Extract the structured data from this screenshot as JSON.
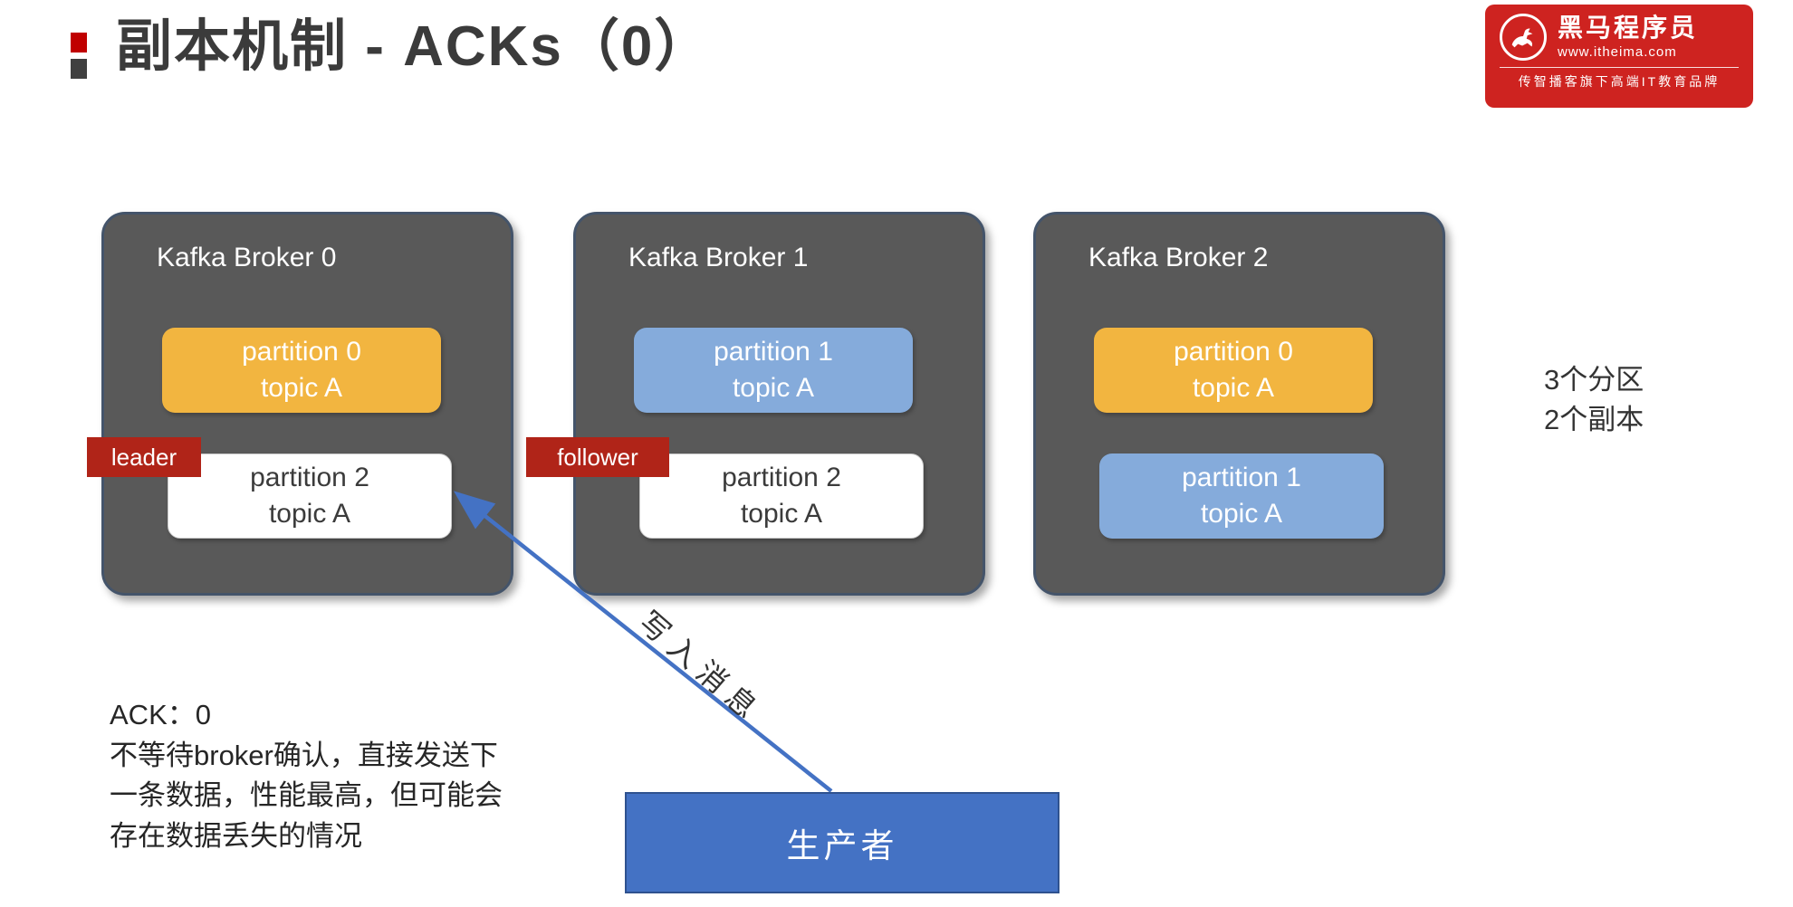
{
  "title": {
    "text": "副本机制 - ACKs（0）"
  },
  "logo": {
    "name": "黑马程序员",
    "url": "www.itheima.com",
    "tagline": "传智播客旗下高端IT教育品牌"
  },
  "brokers": [
    {
      "title": "Kafka Broker 0",
      "tag": "leader",
      "partitions": [
        {
          "line1": "partition 0",
          "line2": "topic A",
          "style": "yellow"
        },
        {
          "line1": "partition 2",
          "line2": "topic A",
          "style": "white"
        }
      ]
    },
    {
      "title": "Kafka Broker 1",
      "tag": "follower",
      "partitions": [
        {
          "line1": "partition 1",
          "line2": "topic A",
          "style": "blue"
        },
        {
          "line1": "partition 2",
          "line2": "topic A",
          "style": "white"
        }
      ]
    },
    {
      "title": "Kafka Broker 2",
      "tag": null,
      "partitions": [
        {
          "line1": "partition 0",
          "line2": "topic A",
          "style": "yellow"
        },
        {
          "line1": "partition 1",
          "line2": "topic A",
          "style": "blue"
        }
      ]
    }
  ],
  "side_note": {
    "line1": "3个分区",
    "line2": "2个副本"
  },
  "producer": {
    "label": "生产者"
  },
  "arrow": {
    "label": "写入消息"
  },
  "ack_note": {
    "lines": [
      "ACK：0",
      "不等待broker确认，直接发送下",
      "一条数据，性能最高，但可能会",
      "存在数据丢失的情况"
    ]
  },
  "colors": {
    "brand_red": "#CE2320",
    "broker_bg": "#595959",
    "broker_border": "#44546A",
    "partition_yellow": "#F2B540",
    "partition_blue": "#85ABDB",
    "role_tag_red": "#B02418",
    "producer_blue": "#4472C4",
    "arrow_blue": "#4472C4"
  }
}
